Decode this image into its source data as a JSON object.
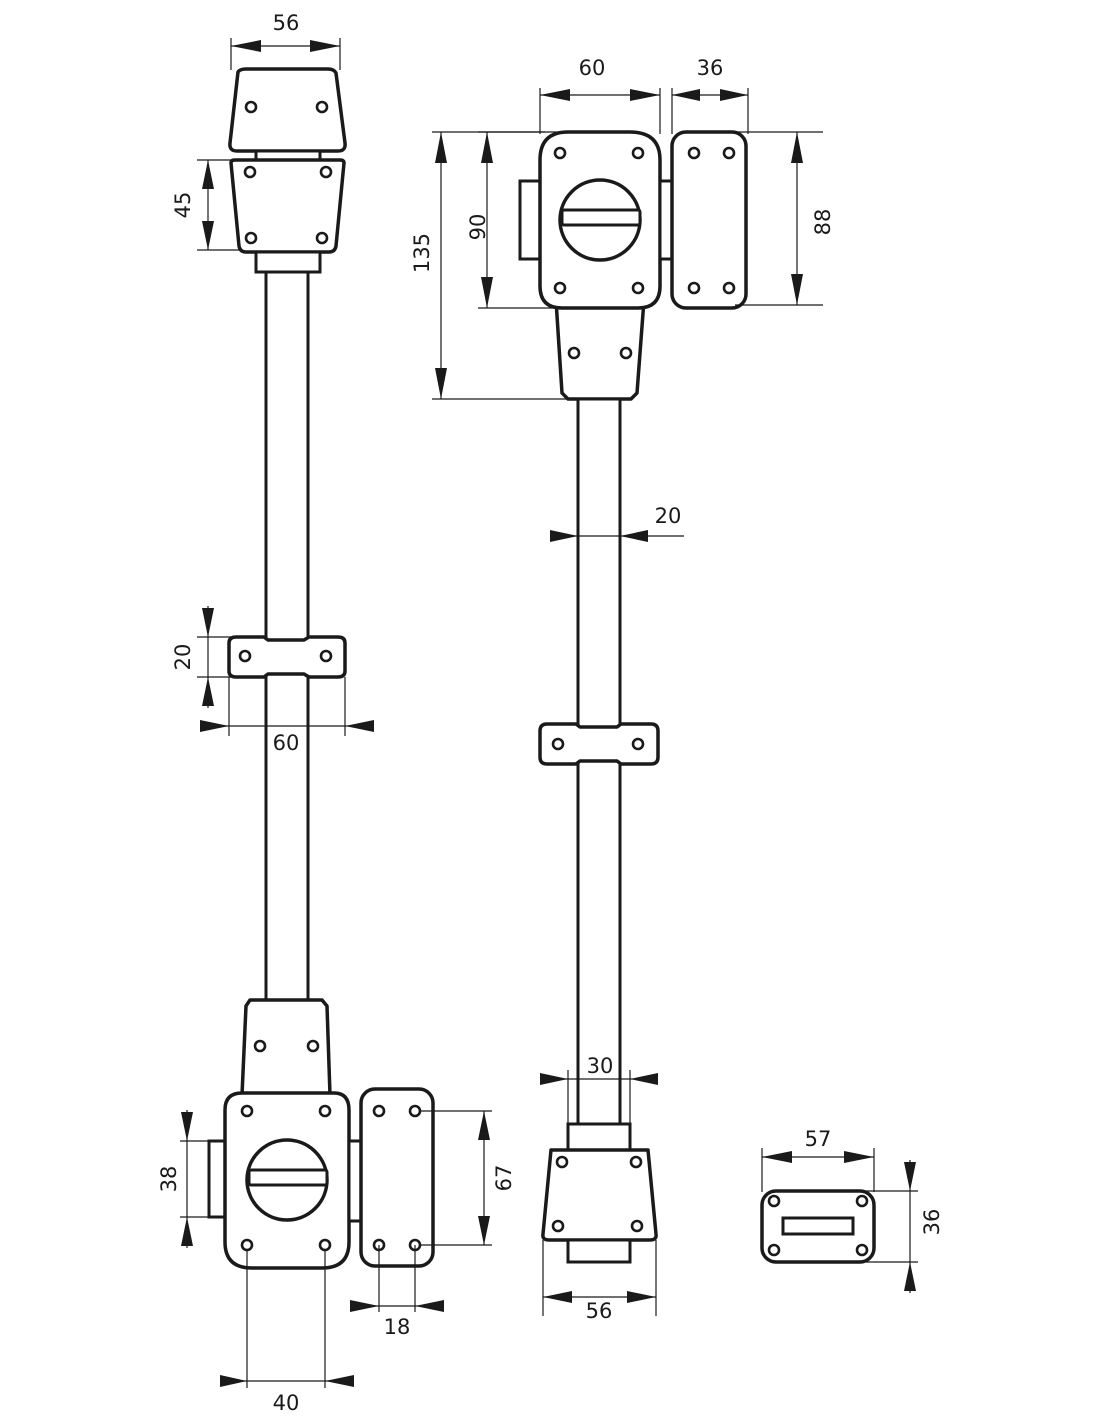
{
  "dimensions": {
    "left_top_cap_width": "56",
    "left_top_block_height": "45",
    "left_guide_height": "20",
    "left_guide_width": "60",
    "left_bottom_case_height": "38",
    "left_keeper_height": "67",
    "left_keeper_depth": "18",
    "left_case_width": "40",
    "right_case_width": "60",
    "right_keeper_width": "36",
    "right_overall_height": "135",
    "right_case_height": "90",
    "right_keeper_height": "88",
    "rod_diameter": "20",
    "bottom_collar_width": "30",
    "bottom_block_width": "56",
    "strike_plate_width": "57",
    "strike_plate_height": "36"
  }
}
